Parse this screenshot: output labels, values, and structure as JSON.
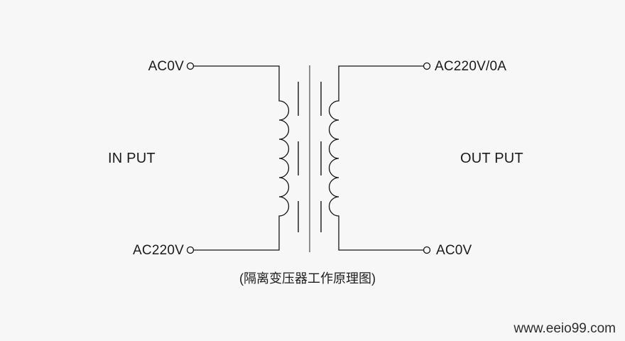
{
  "diagram": {
    "kind": "isolation-transformer-schematic",
    "colors": {
      "background": "#f7f7f7",
      "wire": "#141414",
      "core_center": "#4a4a4a"
    },
    "input_side": {
      "side_label": "IN PUT",
      "top_terminal_label": "AC0V",
      "bottom_terminal_label": "AC220V"
    },
    "output_side": {
      "side_label": "OUT PUT",
      "top_terminal_label": "AC220V/0A",
      "bottom_terminal_label": "AC0V"
    },
    "windings": {
      "turns_per_coil": 6
    },
    "caption": "(隔离变压器工作原理图)"
  },
  "watermark": "www.eeio99.com"
}
